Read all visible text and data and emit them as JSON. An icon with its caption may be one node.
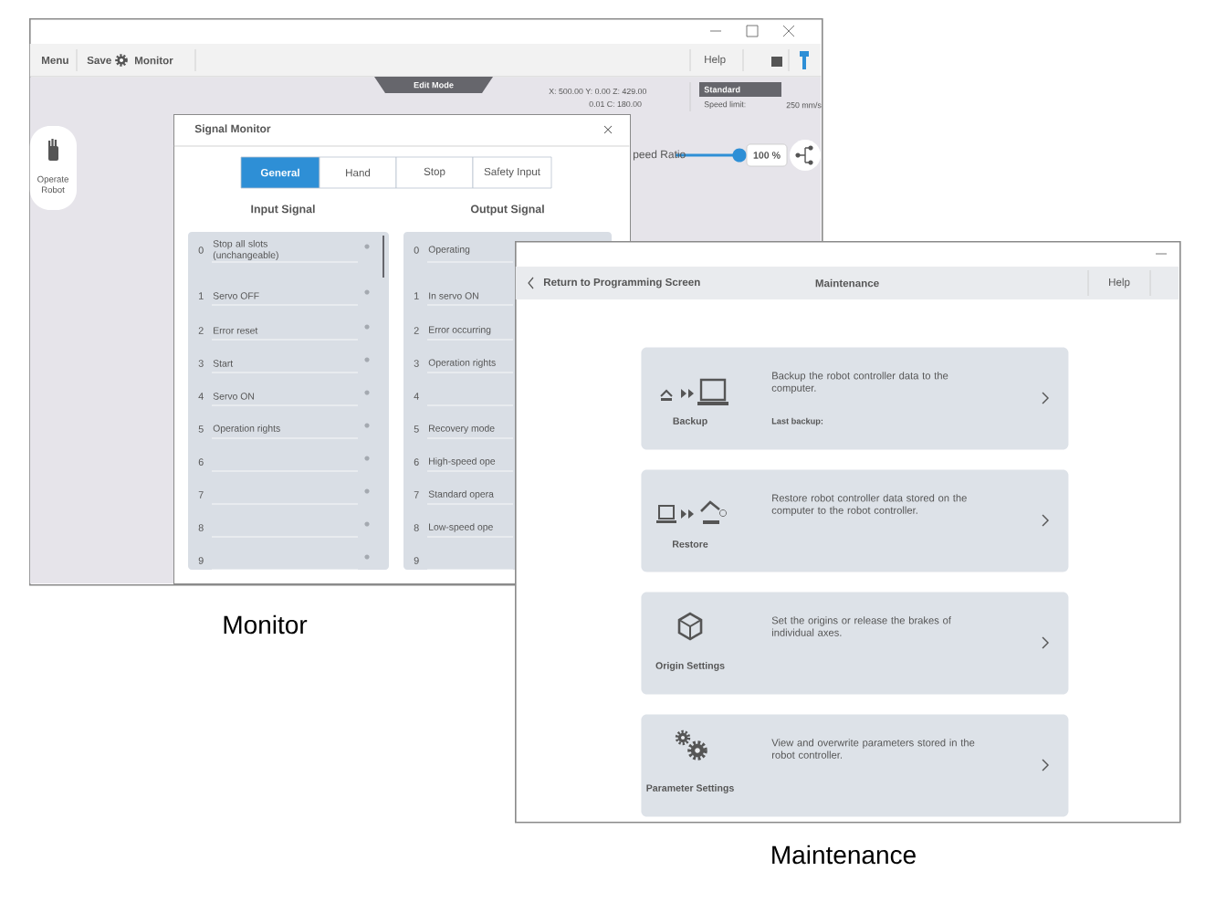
{
  "diagram": {
    "nodes": [
      {
        "text": [],
        "shape": "box",
        "beside": [
          "Monitor"
        ]
      },
      {
        "text": [
          "Signal Monitor"
        ],
        "in": 0
      },
      {
        "text": [],
        "shape": "box",
        "beside": [
          "Maintenance"
        ]
      },
      {
        "text": [
          "Backup",
          "Backup the robot controller data to the computer.",
          "Last backup:"
        ],
        "in": 2
      },
      {
        "text": [
          "Restore",
          "Restore robot controller data stored on the computer to the robot controller."
        ],
        "in": 2
      },
      {
        "text": [
          "Origin Settings",
          "Set the origins or release the brakes of individual axes."
        ],
        "in": 2
      },
      {
        "text": [
          "Parameter Settings",
          "View and overwrite parameters stored in the robot controller."
        ],
        "in": 2
      }
    ],
    "labels": [
      "Menu",
      "Save",
      "Monitor",
      "Help",
      "Edit Mode",
      "X: 500.00 Y: 0.00 Z: 429.00",
      "0.01 C: 180.00",
      "Standard",
      "Speed limit:",
      "250 mm/s",
      "Operate Robot",
      "peed Ratio",
      "100 %",
      "General",
      "Hand",
      "Stop",
      "Safety Input",
      "Input Signal",
      "Output Signal",
      "0",
      "Stop all slots (unchangeable)",
      "1",
      "Servo OFF",
      "2",
      "Error reset",
      "3",
      "Start",
      "4",
      "Servo ON",
      "5",
      "Operation rights",
      "6",
      "7",
      "8",
      "9",
      "0",
      "Operating",
      "1",
      "In servo ON",
      "2",
      "Error occurring",
      "3",
      "Operation rights",
      "4",
      "5",
      "Recovery mode",
      "6",
      "High-speed ope",
      "7",
      "Standard opera",
      "8",
      "Low-speed ope",
      "9",
      "Return to Programming Screen",
      "Maintenance",
      "Help"
    ]
  }
}
